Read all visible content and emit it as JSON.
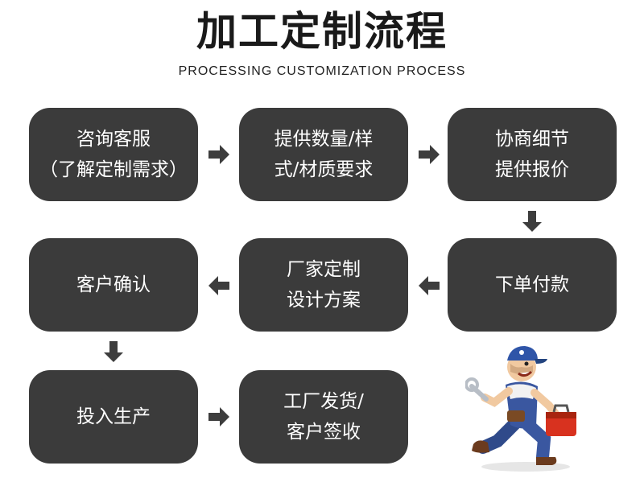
{
  "title": "加工定制流程",
  "subtitle": "PROCESSING CUSTOMIZATION PROCESS",
  "steps": [
    {
      "line1": "咨询客服",
      "line2": "（了解定制需求）"
    },
    {
      "line1": "提供数量/样",
      "line2": "式/材质要求"
    },
    {
      "line1": "协商细节",
      "line2": "提供报价"
    },
    {
      "line1": "下单付款",
      "line2": ""
    },
    {
      "line1": "厂家定制",
      "line2": "设计方案"
    },
    {
      "line1": "客户确认",
      "line2": ""
    },
    {
      "line1": "投入生产",
      "line2": ""
    },
    {
      "line1": "工厂发货/",
      "line2": "客户签收"
    }
  ],
  "colors": {
    "box": "#3b3b3b",
    "arrow": "#3d3d3d",
    "text": "#ffffff"
  },
  "illustration": "running-worker-with-toolbox-icon"
}
